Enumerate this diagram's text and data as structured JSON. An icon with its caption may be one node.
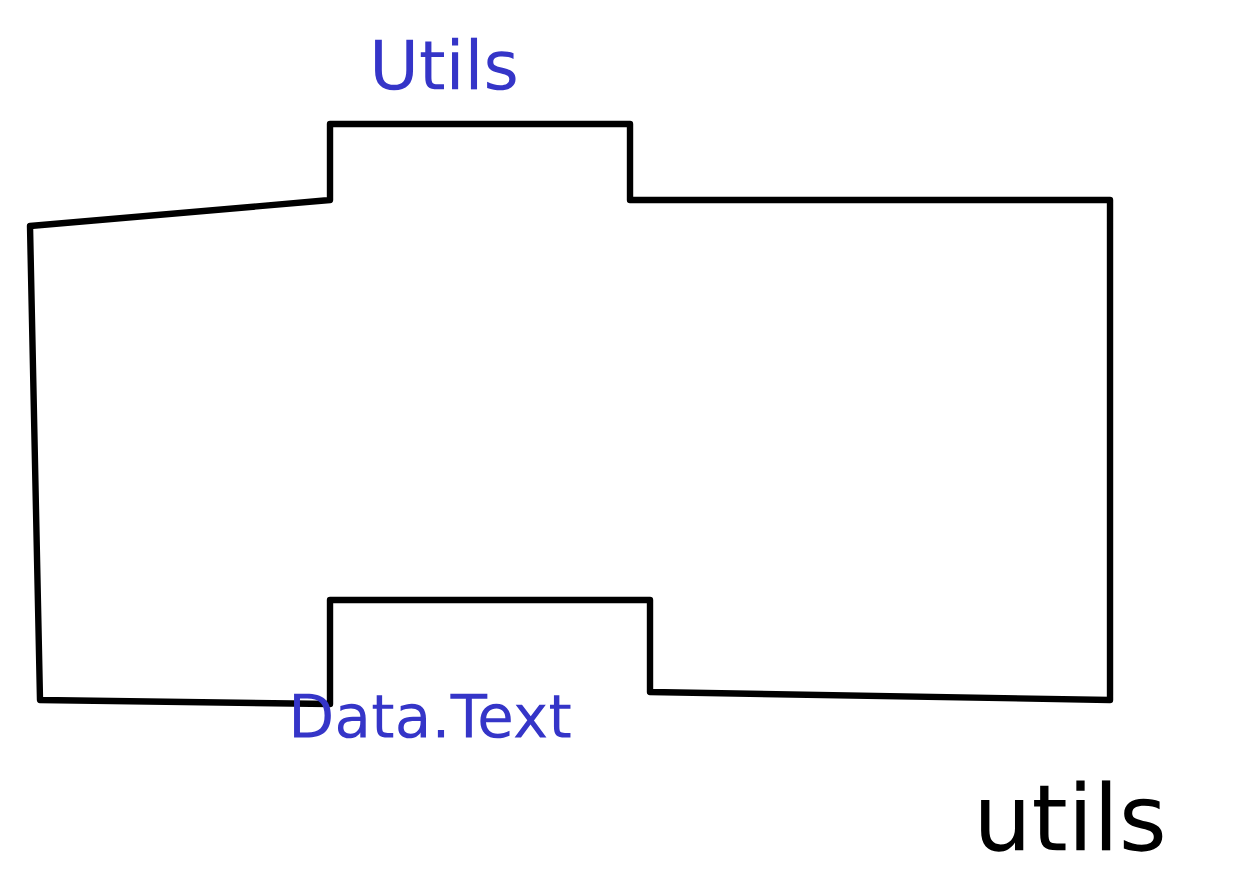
{
  "diagram": {
    "nodes": [
      {
        "text": [
          "Utils",
          "Data.Text"
        ],
        "beside": [
          "utils"
        ]
      }
    ]
  }
}
